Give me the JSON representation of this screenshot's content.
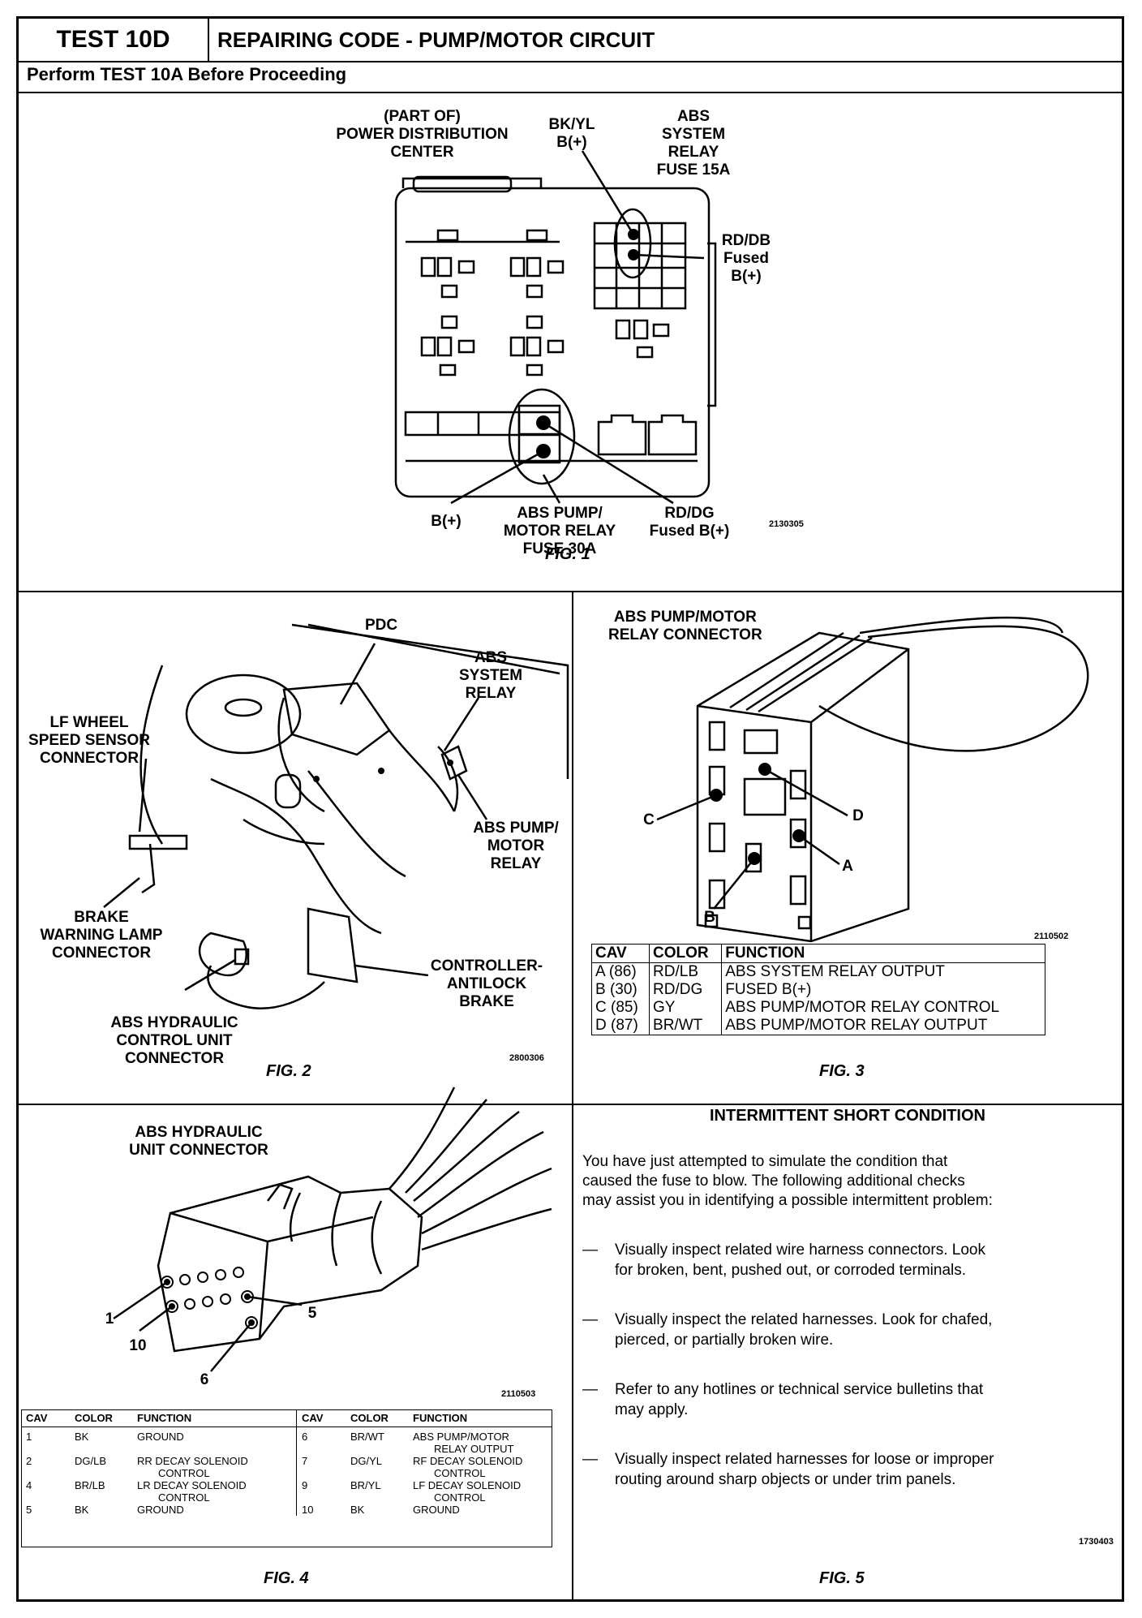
{
  "header": {
    "test_id": "TEST 10D",
    "title": "REPAIRING CODE - PUMP/MOTOR CIRCUIT",
    "prerequisite": "Perform TEST 10A Before Proceeding"
  },
  "fig1": {
    "caption": "FIG. 1",
    "code": "2130305",
    "labels": {
      "pdc_line1": "(PART OF)",
      "pdc_line2": "POWER DISTRIBUTION",
      "pdc_line3": "CENTER",
      "bkyl_line1": "BK/YL",
      "bkyl_line2": "B(+)",
      "abs_relay_line1": "ABS",
      "abs_relay_line2": "SYSTEM",
      "abs_relay_line3": "RELAY",
      "abs_relay_line4": "FUSE 15A",
      "rddb_line1": "RD/DB",
      "rddb_line2": "Fused",
      "rddb_line3": "B(+)",
      "bplus": "B(+)",
      "pump_line1": "ABS PUMP/",
      "pump_line2": "MOTOR RELAY",
      "pump_line3": "FUSE 30A",
      "rddg_line1": "RD/DG",
      "rddg_line2": "Fused B(+)"
    }
  },
  "fig2": {
    "caption": "FIG. 2",
    "code": "2800306",
    "labels": {
      "pdc": "PDC",
      "abs_line1": "ABS",
      "abs_line2": "SYSTEM",
      "abs_line3": "RELAY",
      "lf_line1": "LF WHEEL",
      "lf_line2": "SPEED SENSOR",
      "lf_line3": "CONNECTOR",
      "pump_line1": "ABS PUMP/",
      "pump_line2": "MOTOR",
      "pump_line3": "RELAY",
      "brake_line1": "BRAKE",
      "brake_line2": "WARNING LAMP",
      "brake_line3": "CONNECTOR",
      "ctrl_line1": "CONTROLLER-",
      "ctrl_line2": "ANTILOCK",
      "ctrl_line3": "BRAKE",
      "hcu_line1": "ABS HYDRAULIC",
      "hcu_line2": "CONTROL UNIT",
      "hcu_line3": "CONNECTOR"
    }
  },
  "fig3": {
    "caption": "FIG. 3",
    "code": "2110502",
    "title_line1": "ABS PUMP/MOTOR",
    "title_line2": "RELAY CONNECTOR",
    "pins": {
      "a": "A",
      "b": "B",
      "c": "C",
      "d": "D"
    },
    "table": {
      "headers": [
        "CAV",
        "COLOR",
        "FUNCTION"
      ],
      "rows": [
        [
          "A (86)",
          "RD/LB",
          "ABS SYSTEM RELAY OUTPUT"
        ],
        [
          "B (30)",
          "RD/DG",
          "FUSED B(+)"
        ],
        [
          "C (85)",
          "GY",
          "ABS PUMP/MOTOR RELAY CONTROL"
        ],
        [
          "D (87)",
          "BR/WT",
          "ABS PUMP/MOTOR RELAY OUTPUT"
        ]
      ]
    }
  },
  "fig4": {
    "caption": "FIG. 4",
    "code": "2110503",
    "title_line1": "ABS HYDRAULIC",
    "title_line2": "UNIT CONNECTOR",
    "pins": {
      "p1": "1",
      "p10": "10",
      "p5": "5",
      "p6": "6"
    },
    "table": {
      "headers": [
        "CAV",
        "COLOR",
        "FUNCTION",
        "CAV",
        "COLOR",
        "FUNCTION"
      ],
      "left": [
        [
          "1",
          "BK",
          "GROUND",
          ""
        ],
        [
          "2",
          "DG/LB",
          "RR DECAY SOLENOID",
          "CONTROL"
        ],
        [
          "4",
          "BR/LB",
          "LR DECAY SOLENOID",
          "CONTROL"
        ],
        [
          "5",
          "BK",
          "GROUND",
          ""
        ]
      ],
      "right": [
        [
          "6",
          "BR/WT",
          "ABS PUMP/MOTOR",
          "RELAY OUTPUT"
        ],
        [
          "7",
          "DG/YL",
          "RF DECAY SOLENOID",
          "CONTROL"
        ],
        [
          "9",
          "BR/YL",
          "LF DECAY SOLENOID",
          "CONTROL"
        ],
        [
          "10",
          "BK",
          "GROUND",
          ""
        ]
      ]
    }
  },
  "fig5": {
    "caption": "FIG. 5",
    "code": "1730403",
    "title": "INTERMITTENT SHORT CONDITION",
    "intro_line1": "You have just attempted to simulate the condition that",
    "intro_line2": "caused the fuse to blow. The following additional checks",
    "intro_line3": "may assist you in identifying a possible intermittent problem:",
    "dash": "—",
    "bullets": [
      [
        "Visually inspect related wire harness connectors. Look",
        "for broken, bent, pushed out, or corroded terminals."
      ],
      [
        "Visually inspect the related harnesses. Look for chafed,",
        "pierced, or partially broken wire."
      ],
      [
        "Refer to any hotlines or technical service bulletins that",
        "may apply."
      ],
      [
        "Visually inspect related harnesses for loose or improper",
        "routing around sharp objects or under trim panels."
      ]
    ]
  }
}
